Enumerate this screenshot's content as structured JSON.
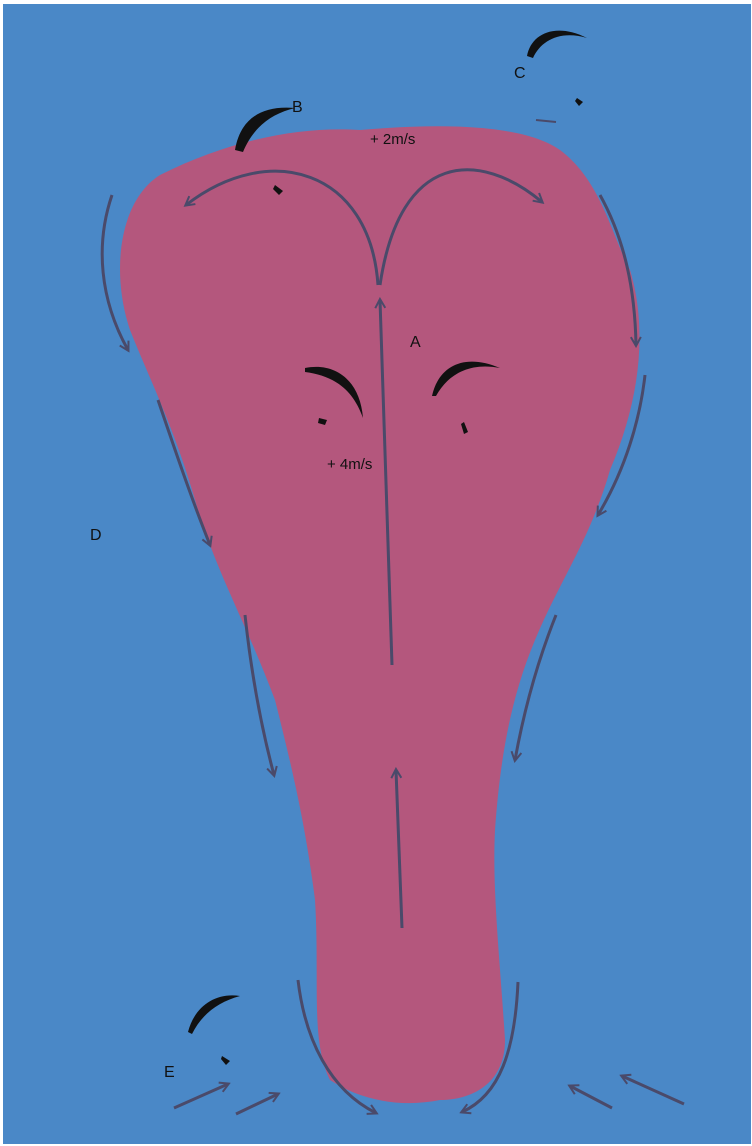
{
  "colors": {
    "sky": "#4a88c7",
    "thermal": "#b4577d",
    "arrow": "#4a4a6a",
    "glider": "#111111"
  },
  "labels": {
    "A": "A",
    "B": "B",
    "C": "C",
    "D": "D",
    "E": "E",
    "top_climb": "+ 2m/s",
    "core_climb": "+ 4m/s"
  },
  "icons": [
    "paraglider-icon",
    "arrow-icon"
  ]
}
